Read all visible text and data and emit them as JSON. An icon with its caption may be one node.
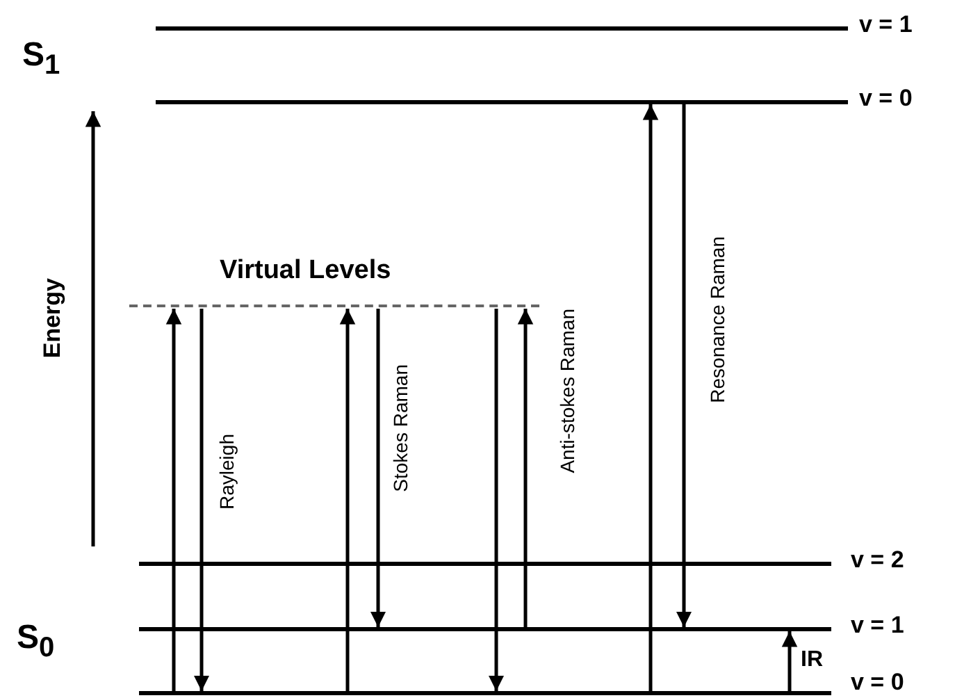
{
  "diagram": {
    "nodes": [
      {
        "text": [],
        "shape": "line",
        "beside": [
          "v = 1"
        ]
      },
      {
        "text": [],
        "shape": "line",
        "beside": [
          "v = 0"
        ]
      },
      {
        "text": [],
        "shape": "line",
        "beside": [
          "Virtual Levels"
        ]
      },
      {
        "text": [],
        "shape": "line",
        "beside": [
          "v = 2"
        ]
      },
      {
        "text": [],
        "shape": "line",
        "beside": [
          "v = 1"
        ]
      },
      {
        "text": [],
        "shape": "line",
        "beside": [
          "v = 0"
        ]
      }
    ],
    "edges": [
      {
        "from": 5,
        "to": 2,
        "arrow": "to"
      },
      {
        "from": 2,
        "to": 5,
        "arrow": "to",
        "label": "Rayleigh"
      },
      {
        "from": 5,
        "to": 2,
        "arrow": "to"
      },
      {
        "from": 2,
        "to": 4,
        "arrow": "to",
        "label": "Stokes Raman"
      },
      {
        "from": 2,
        "to": 5,
        "arrow": "to"
      },
      {
        "from": 4,
        "to": 2,
        "arrow": "to",
        "label": "Anti-stokes Raman"
      },
      {
        "from": 5,
        "to": 1,
        "arrow": "to"
      },
      {
        "from": 1,
        "to": 4,
        "arrow": "to",
        "label": "Resonance Raman"
      },
      {
        "from": 5,
        "to": 4,
        "arrow": "to",
        "label": "IR"
      }
    ],
    "labels": [
      "S$_{1}$",
      "Energy",
      "S$_{0}$"
    ]
  }
}
